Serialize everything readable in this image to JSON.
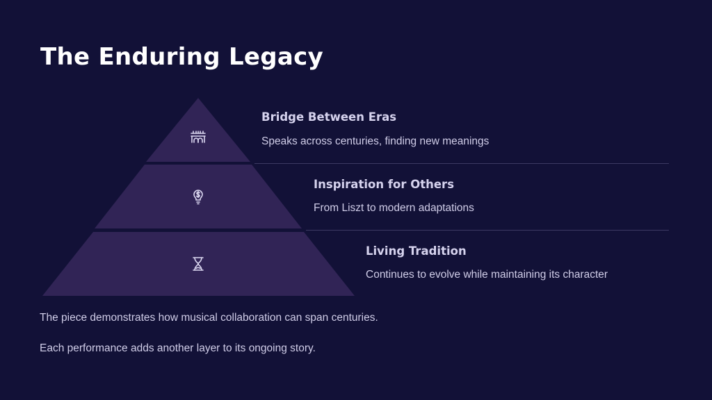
{
  "title": "The Enduring Legacy",
  "colors": {
    "background": "#121137",
    "tier_fill": "#312456",
    "rule": "#3c3a63",
    "heading": "#d6d3ee",
    "body_text": "#d0cde8",
    "icon": "#ddd9f2"
  },
  "tiers": [
    {
      "heading": "Bridge Between Eras",
      "description": "Speaks across centuries, finding new meanings",
      "icon": "bridge-icon"
    },
    {
      "heading": "Inspiration for Others",
      "description": "From Liszt to modern adaptations",
      "icon": "lightbulb-dollar-icon"
    },
    {
      "heading": "Living Tradition",
      "description": "Continues to evolve while maintaining its character",
      "icon": "hourglass-icon"
    }
  ],
  "footer": {
    "line1": "The piece demonstrates how musical collaboration can span centuries.",
    "line2": "Each performance adds another layer to its ongoing story."
  }
}
